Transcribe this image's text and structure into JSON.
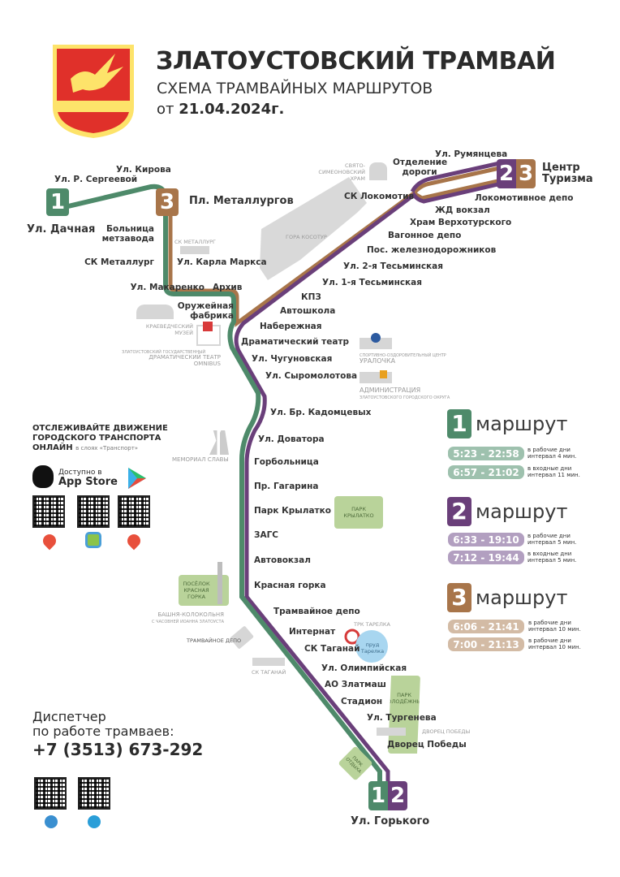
{
  "header": {
    "title": "ЗЛАТОУСТОВСКИЙ ТРАМВАЙ",
    "subtitle": "СХЕМА ТРАМВАЙНЫХ МАРШРУТОВ",
    "date_prefix": "от",
    "date": "21.04.2024г."
  },
  "colors": {
    "route1": "#4e8a6a",
    "route2": "#6a3f7a",
    "route3": "#a8754a",
    "park": "#b9d39a",
    "landmark": "#d6d6d6"
  },
  "terminals": {
    "dachnaya": "Ул. Дачная",
    "metallurgov": "Пл. Металлургов",
    "centr_turizma": "Центр Туризма",
    "gorkogo": "Ул. Горького"
  },
  "badges": {
    "r1": "1",
    "r2": "2",
    "r3": "3"
  },
  "stations": {
    "r_sergeevoy": "Ул. Р. Сергеевой",
    "kirova": "Ул. Кирова",
    "bolnica": "Больница метзавода",
    "sk_metallurg": "СК Металлург",
    "karla_marksa": "Ул. Карла Маркса",
    "makarenko": "Ул. Макаренко",
    "arhiv": "Архив",
    "oruzh": "Оружейная фабрика",
    "kpz": "КПЗ",
    "avtoshkola": "Автошкола",
    "naberezhnaya": "Набережная",
    "dramteatr": "Драматический театр",
    "chugunovskaya": "Ул. Чугуновская",
    "syromolotova": "Ул. Сыромолотова",
    "kadomcevyh": "Ул. Бр. Кадомцевых",
    "dovatora": "Ул. Доватора",
    "gorbolnica": "Горбольница",
    "gagarina": "Пр. Гагарина",
    "krylatko": "Парк Крылатко",
    "zags": "ЗАГС",
    "avtovokzal": "Автовокзал",
    "krasnaya_gorka": "Красная горка",
    "tram_depo": "Трамвайное депо",
    "internat": "Интернат",
    "sk_taganay": "СК Таганай",
    "olimpiyskaya": "Ул. Олимпийская",
    "zlatmash": "АО Златмаш",
    "stadion": "Стадион",
    "turgeneva": "Ул. Тургенева",
    "dvorec": "Дворец Победы",
    "tesm1": "Ул. 1-я Тесьминская",
    "tesm2": "Ул. 2-я Тесьминская",
    "pos_zhd": "Пос. железнодорожников",
    "vagon_depo": "Вагонное депо",
    "hram_verh": "Храм Верхотурского",
    "zhd_vokzal": "ЖД вокзал",
    "lokomotiv_depo": "Локомотивное депо",
    "sk_lokomotiv": "СК Локомотив",
    "otdelenie": "Отделение дороги",
    "rumyanceva": "Ул. Румянцева"
  },
  "landmarks": {
    "svyato": "СВЯТО-СИМЕОНОВСКИЙ ХРАМ",
    "kosotur": "ГОРА КОСОТУР",
    "sk_metallurg": "СК МЕТАЛЛУРГ",
    "muzey": "КРАЕВЕДЧЕСКИЙ МУЗЕЙ",
    "teatr_small": "ЗЛАТОУСТОВСКИЙ ГОСУДАРСТВЕННЫЙ",
    "teatr": "ДРАМАТИЧЕСКИЙ ТЕАТР OMNIBUS",
    "uralochka_small": "СПОРТИВНО-ОЗДОРОВИТЕЛЬНЫЙ ЦЕНТР",
    "uralochka": "УРАЛОЧКА",
    "admin": "АДМИНИСТРАЦИЯ",
    "admin_small": "ЗЛАТОУСТОВСКОГО ГОРОДСКОГО ОКРУГА",
    "memorial": "МЕМОРИАЛ СЛАВЫ",
    "park_krylatko": "ПАРК КРЫЛАТКО",
    "krasnaya_gorka": "ПОСЁЛОК КРАСНАЯ ГОРКА",
    "bashnya": "БАШНЯ-КОЛОКОЛЬНЯ",
    "bashnya_small": "С ЧАСОВНЕЙ ИОАННА ЗЛАТОУСТА",
    "tram_depo": "ТРАМВАЙНОЕ ДЕПО",
    "sk_taganay": "СК ТАГАНАЙ",
    "trk": "ТРК ТАРЕЛКА",
    "prud": "пруд Тарелка",
    "park_molod": "ПАРК МОЛОДЁЖНЫЙ",
    "dvorec": "ДВОРЕЦ ПОБЕДЫ",
    "park_otdyha": "ПАРК ОТДЫХА"
  },
  "online": {
    "line1": "ОТСЛЕЖИВАЙТЕ ДВИЖЕНИЕ",
    "line2": "ГОРОДСКОГО ТРАНСПОРТА",
    "line3": "ОНЛАЙН",
    "line3_small": "в слоях «Транспорт»",
    "appstore_small": "Доступно в",
    "appstore": "App Store",
    "icons": [
      "apple-icon",
      "google-play-icon",
      "yandex-maps-icon",
      "2gis-icon",
      "yandex-maps-icon"
    ]
  },
  "dispatcher": {
    "line1": "Диспетчер",
    "line2": "по работе трамваев:",
    "phone": "+7 (3513) 673-292",
    "icons": [
      "web-icon",
      "telegram-icon"
    ]
  },
  "legend": {
    "word": "маршрут",
    "routes": [
      {
        "num": "1",
        "rows": [
          {
            "time": "5:23 - 22:58",
            "days": "в рабочие дни",
            "interval": "интервал 4 мин."
          },
          {
            "time": "6:57 - 21:02",
            "days": "в входные дни",
            "interval": "интервал 11 мин."
          }
        ]
      },
      {
        "num": "2",
        "rows": [
          {
            "time": "6:33 - 19:10",
            "days": "в рабочие дни",
            "interval": "интервал 5 мин."
          },
          {
            "time": "7:12 - 19:44",
            "days": "в входные дни",
            "interval": "интервал 5 мин."
          }
        ]
      },
      {
        "num": "3",
        "rows": [
          {
            "time": "6:06 - 21:41",
            "days": "в рабочие дни",
            "interval": "интервал 10 мин."
          },
          {
            "time": "7:00 - 21:13",
            "days": "в рабочие дни",
            "interval": "интервал 10 мин."
          }
        ]
      }
    ]
  }
}
